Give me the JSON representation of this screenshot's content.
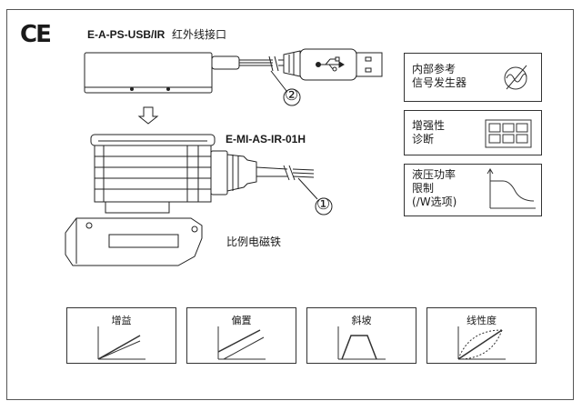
{
  "ce_mark": "CE",
  "usb_interface": {
    "model": "E-A-PS-USB/IR",
    "description": "红外线接口"
  },
  "amplifier": {
    "model": "E-MI-AS-IR-01H"
  },
  "solenoid_label": "比例电磁铁",
  "callouts": {
    "cable": "①",
    "usb": "②"
  },
  "features": [
    {
      "text": "内部参考\n信号发生器",
      "icon": "sine-generator-icon"
    },
    {
      "text": "增强性\n诊断",
      "icon": "diagnostics-grid-icon"
    },
    {
      "text": "液压功率\n限制\n(/W选项)",
      "icon": "power-limit-curve-icon"
    }
  ],
  "modes": [
    {
      "label": "增益",
      "icon": "gain-graph-icon"
    },
    {
      "label": "偏置",
      "icon": "bias-graph-icon"
    },
    {
      "label": "斜坡",
      "icon": "ramp-graph-icon"
    },
    {
      "label": "线性度",
      "icon": "linearity-graph-icon"
    }
  ]
}
